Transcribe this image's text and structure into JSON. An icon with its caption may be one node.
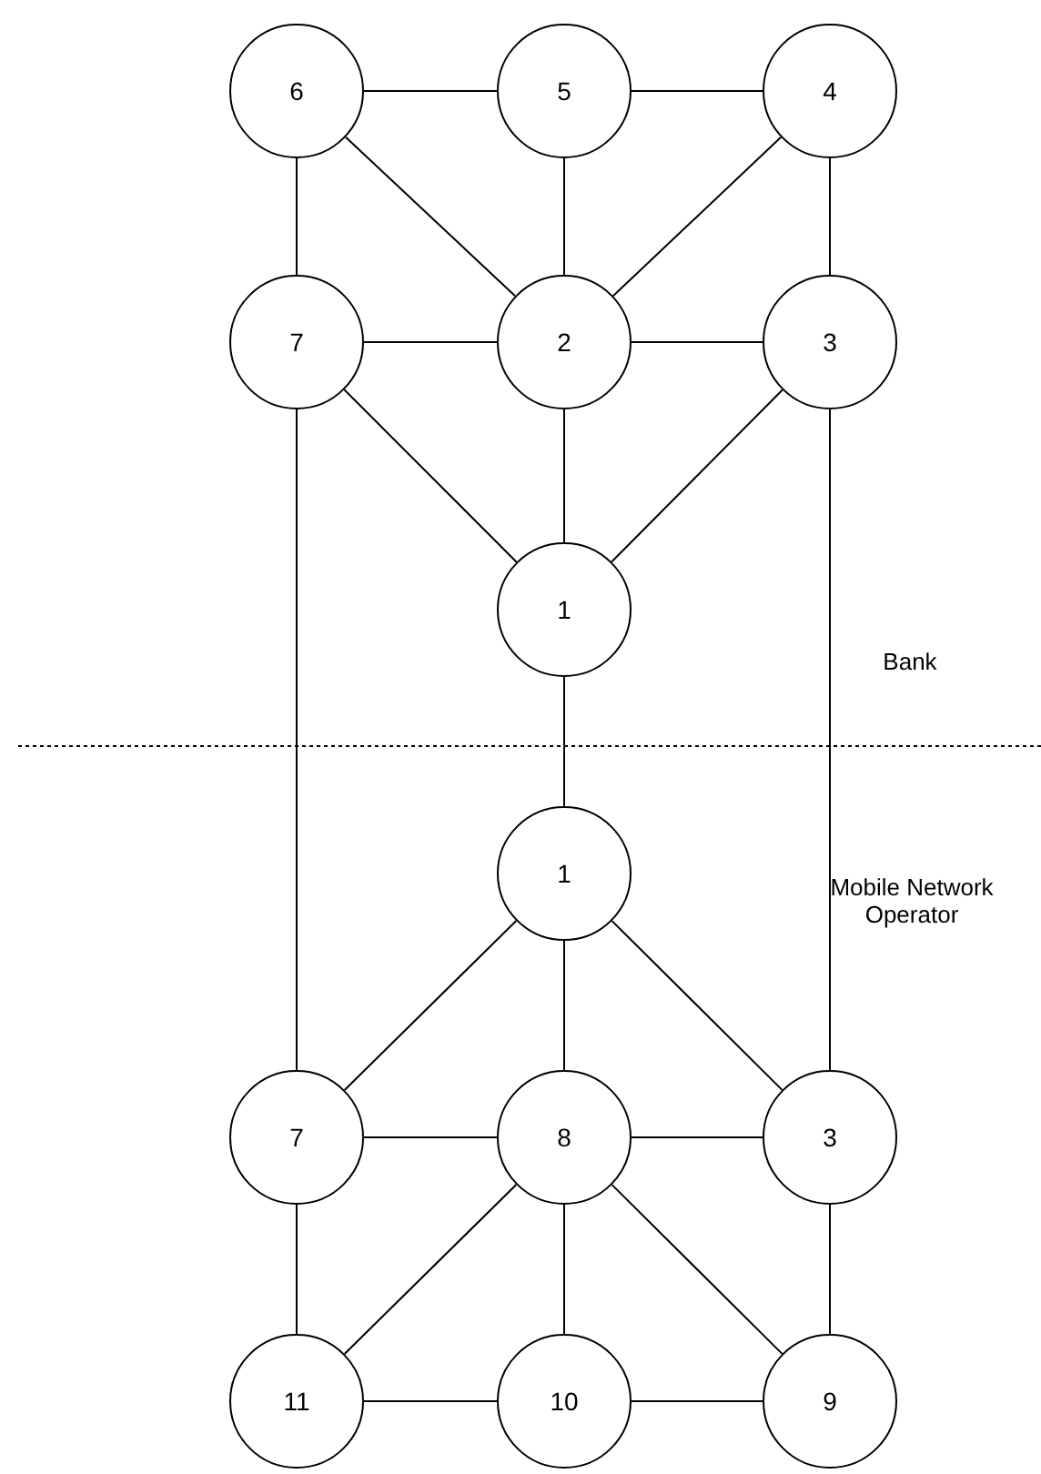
{
  "diagram": {
    "nodes": [
      {
        "text": [
          "6"
        ]
      },
      {
        "text": [
          "5"
        ]
      },
      {
        "text": [
          "4"
        ]
      },
      {
        "text": [
          "7"
        ]
      },
      {
        "text": [
          "2"
        ]
      },
      {
        "text": [
          "3"
        ]
      },
      {
        "text": [
          "1"
        ]
      },
      {
        "text": [
          "1"
        ]
      },
      {
        "text": [
          "7"
        ]
      },
      {
        "text": [
          "8"
        ]
      },
      {
        "text": [
          "3"
        ]
      },
      {
        "text": [
          "11"
        ]
      },
      {
        "text": [
          "10"
        ]
      },
      {
        "text": [
          "9"
        ]
      }
    ],
    "edges": [
      {
        "from": 0,
        "to": 1,
        "arrow": "none"
      },
      {
        "from": 1,
        "to": 2,
        "arrow": "none"
      },
      {
        "from": 0,
        "to": 4,
        "arrow": "none"
      },
      {
        "from": 1,
        "to": 4,
        "arrow": "none"
      },
      {
        "from": 2,
        "to": 4,
        "arrow": "none"
      },
      {
        "from": 0,
        "to": 3,
        "arrow": "none"
      },
      {
        "from": 2,
        "to": 5,
        "arrow": "none"
      },
      {
        "from": 3,
        "to": 4,
        "arrow": "none"
      },
      {
        "from": 4,
        "to": 5,
        "arrow": "none"
      },
      {
        "from": 3,
        "to": 6,
        "arrow": "none"
      },
      {
        "from": 4,
        "to": 6,
        "arrow": "none"
      },
      {
        "from": 5,
        "to": 6,
        "arrow": "none"
      },
      {
        "from": 6,
        "to": 7,
        "arrow": "none"
      },
      {
        "from": 3,
        "to": 8,
        "arrow": "none"
      },
      {
        "from": 5,
        "to": 10,
        "arrow": "none"
      },
      {
        "from": 7,
        "to": 8,
        "arrow": "none"
      },
      {
        "from": 7,
        "to": 9,
        "arrow": "none"
      },
      {
        "from": 7,
        "to": 10,
        "arrow": "none"
      },
      {
        "from": 8,
        "to": 9,
        "arrow": "none"
      },
      {
        "from": 9,
        "to": 10,
        "arrow": "none"
      },
      {
        "from": 8,
        "to": 11,
        "arrow": "none"
      },
      {
        "from": 9,
        "to": 11,
        "arrow": "none"
      },
      {
        "from": 9,
        "to": 12,
        "arrow": "none"
      },
      {
        "from": 9,
        "to": 13,
        "arrow": "none"
      },
      {
        "from": 10,
        "to": 13,
        "arrow": "none"
      },
      {
        "from": 11,
        "to": 12,
        "arrow": "none"
      },
      {
        "from": 12,
        "to": 13,
        "arrow": "none"
      }
    ],
    "labels": [
      "Bank",
      "Mobile Network Operator"
    ]
  }
}
